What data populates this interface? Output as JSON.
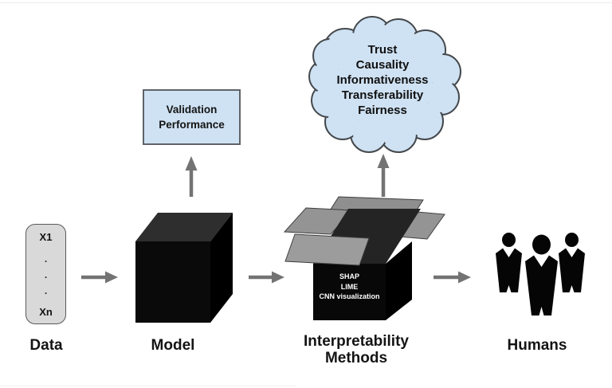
{
  "diagram": {
    "nodes": {
      "data": {
        "label": "Data",
        "first": "X1",
        "dots": ".\n.\n.",
        "last": "Xn"
      },
      "model": {
        "label": "Model"
      },
      "validation": {
        "line1": "Validation",
        "line2": "Performance"
      },
      "cloud": {
        "lines": [
          "Trust",
          "Causality",
          "Informativeness",
          "Transferability",
          "Fairness"
        ]
      },
      "interpretability": {
        "label_line1": "Interpretability",
        "label_line2": "Methods",
        "methods": [
          "SHAP",
          "LIME",
          "CNN visualization"
        ]
      },
      "humans": {
        "label": "Humans"
      }
    },
    "colors": {
      "node_blue": "#cfe2f3",
      "node_gray": "#d9d9d9",
      "outline_dark": "#44484c",
      "arrow_gray": "#737373",
      "flap_gray": "#949494",
      "box_black": "#0a0a0a",
      "box_interior": "#242424",
      "cube_top": "#2e2e2e",
      "text_white": "#ffffff"
    }
  }
}
